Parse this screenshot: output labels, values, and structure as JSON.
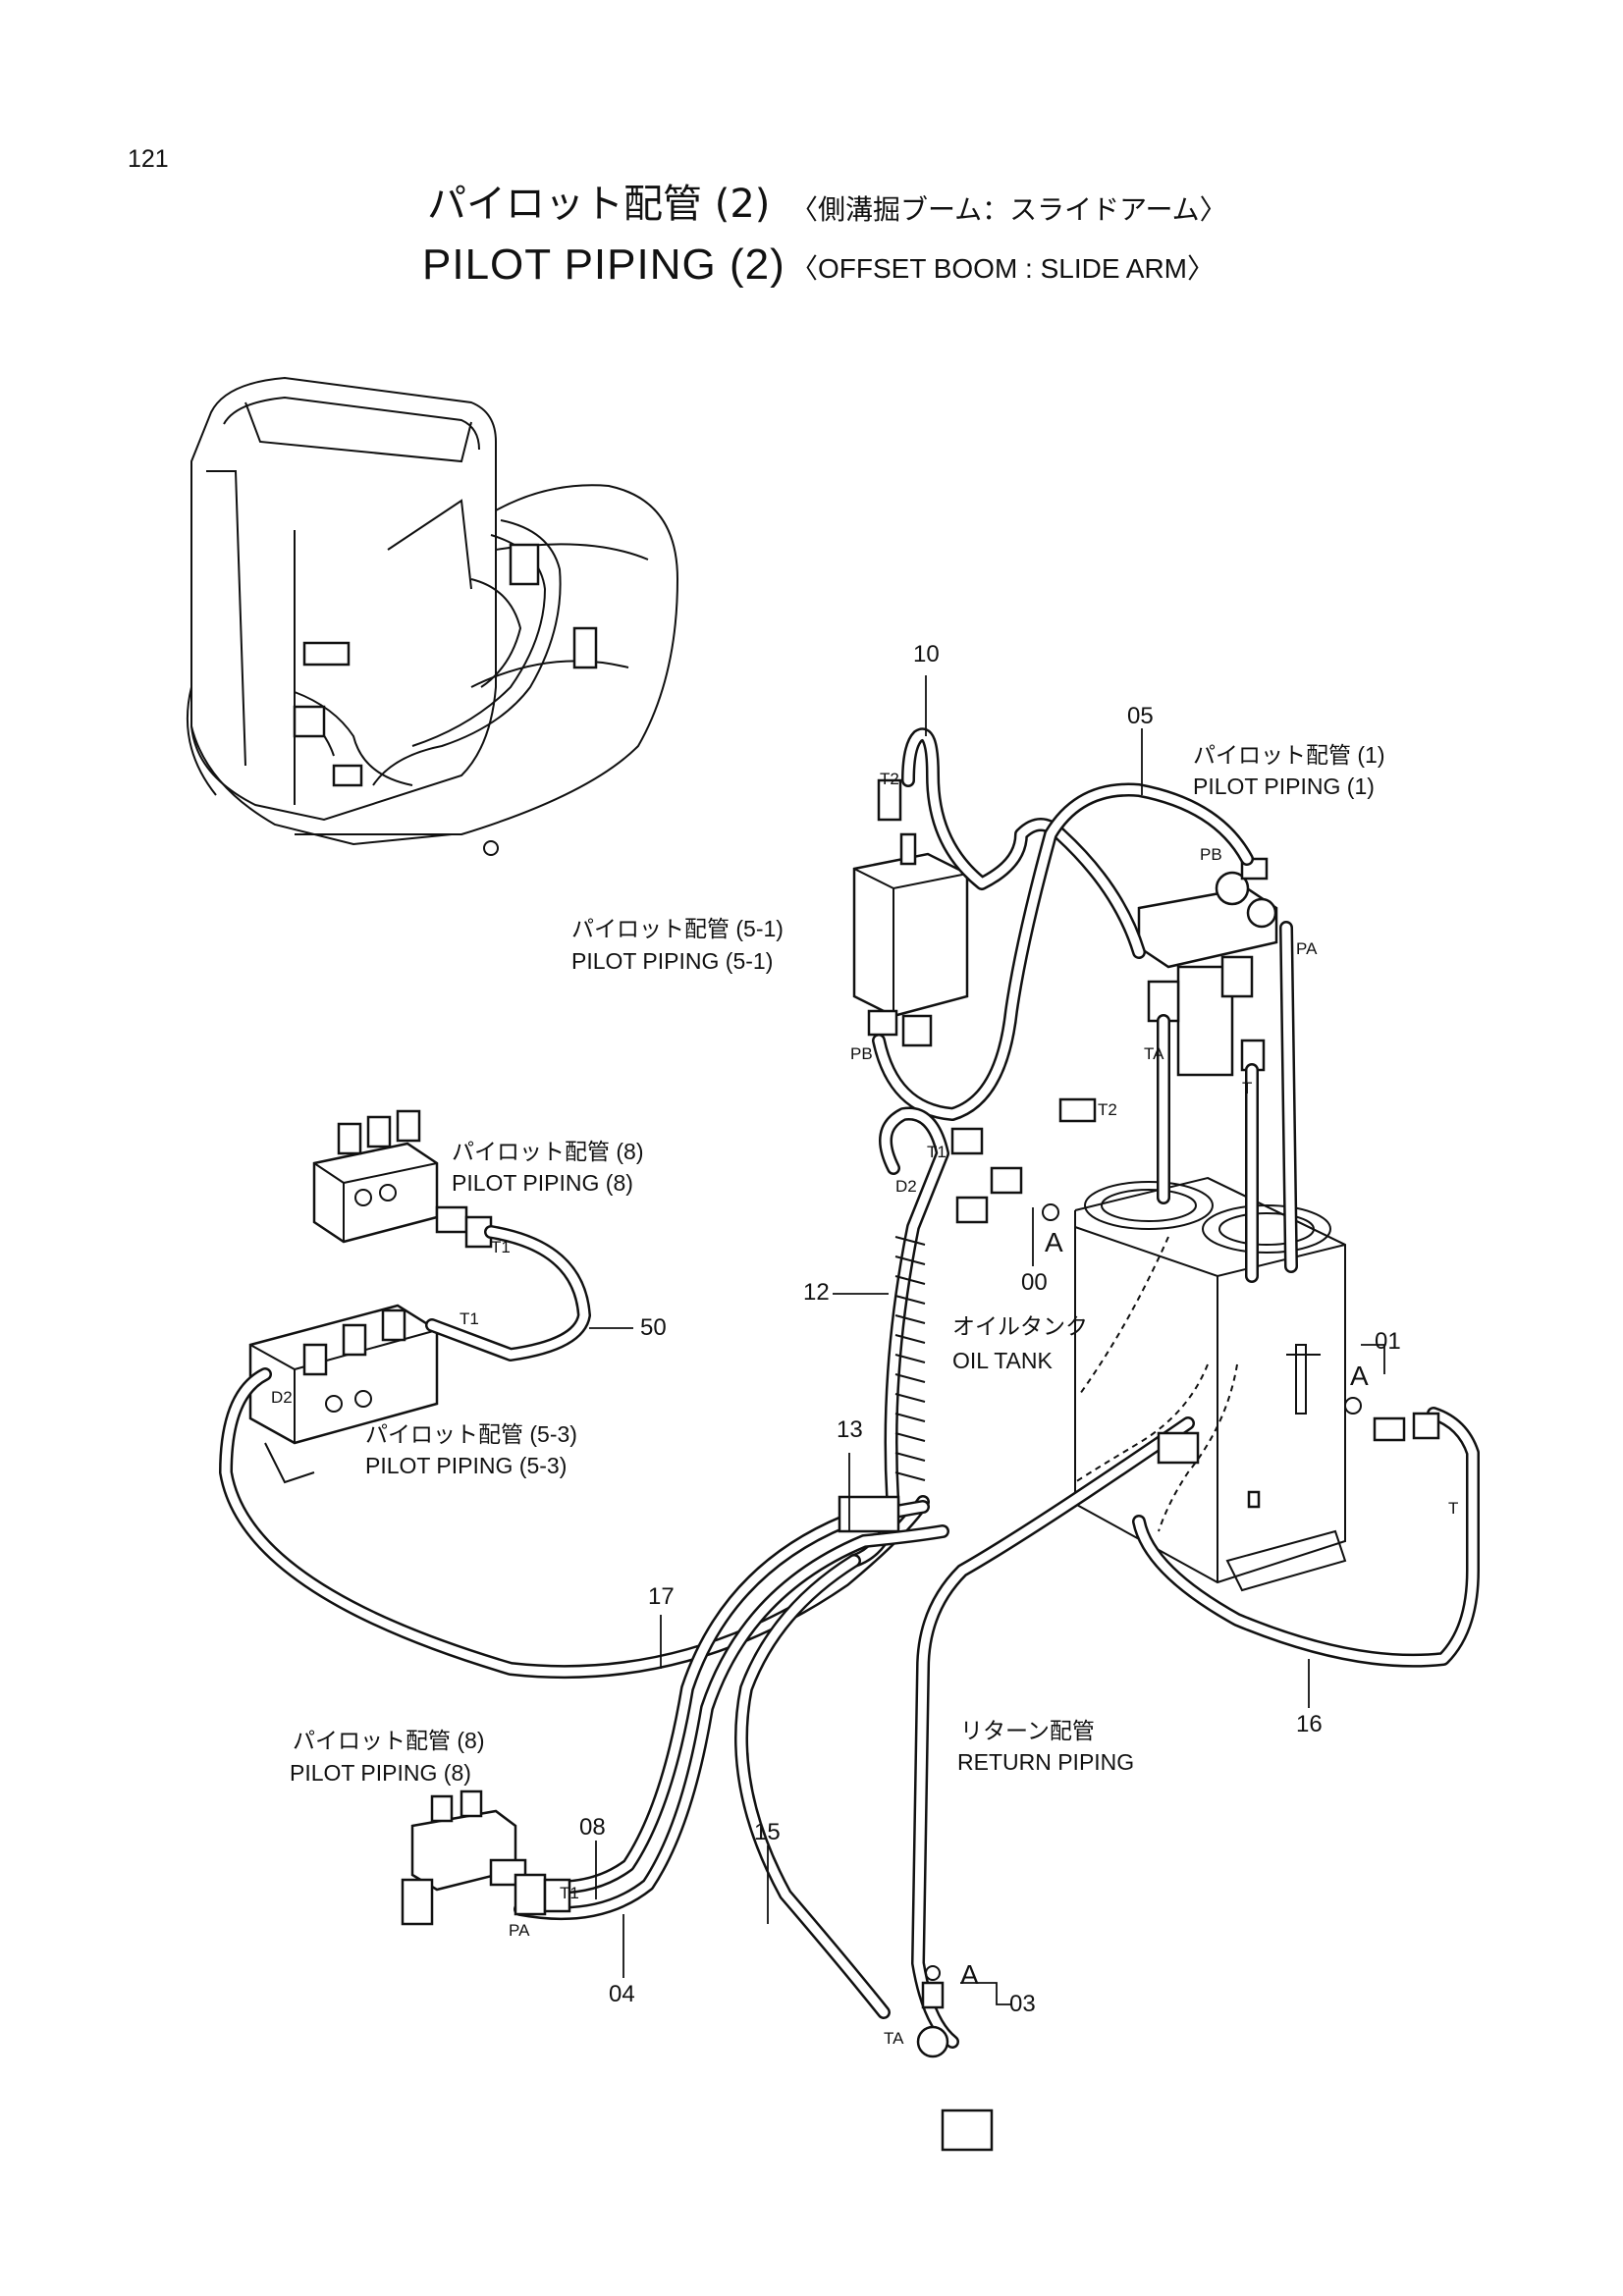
{
  "page_number": "121",
  "title": {
    "japanese_main": "パイロット配管 (2)",
    "japanese_sub": "〈側溝掘ブーム：スライドアーム〉",
    "english_main": "PILOT PIPING (2)",
    "english_sub": "〈OFFSET BOOM : SLIDE ARM〉"
  },
  "references": {
    "pilot_piping_1": {
      "jp": "パイロット配管 (1)",
      "en": "PILOT PIPING (1)"
    },
    "pilot_piping_5_1": {
      "jp": "パイロット配管 (5-1)",
      "en": "PILOT PIPING (5-1)"
    },
    "pilot_piping_8_upper": {
      "jp": "パイロット配管 (8)",
      "en": "PILOT PIPING (8)"
    },
    "pilot_piping_5_3": {
      "jp": "パイロット配管 (5-3)",
      "en": "PILOT PIPING (5-3)"
    },
    "pilot_piping_8_lower": {
      "jp": "パイロット配管 (8)",
      "en": "PILOT PIPING (8)"
    },
    "oil_tank": {
      "jp": "オイルタンク",
      "en": "OIL TANK"
    },
    "return_piping": {
      "jp": "リターン配管",
      "en": "RETURN PIPING"
    }
  },
  "part_numbers": {
    "p10": "10",
    "p05": "05",
    "p12": "12",
    "p00": "00",
    "p50": "50",
    "p01": "01",
    "p13": "13",
    "p17": "17",
    "p16": "16",
    "p08": "08",
    "p15": "15",
    "p04": "04",
    "p03": "03"
  },
  "ports": {
    "t2_top": "T2",
    "pb_right": "PB",
    "pa_right": "PA",
    "ta_right": "TA",
    "t_right": "T",
    "t2_mid": "T2",
    "pb_left": "PB",
    "t1_mid": "T1",
    "d2_mid": "D2",
    "t1_upper": "T1",
    "t1_left": "T1",
    "d2_left": "D2",
    "t_far": "T",
    "t1_lower": "T1",
    "pa_lower": "PA",
    "ta_lower": "TA"
  },
  "detail_marks": {
    "a1": "A",
    "a2": "A",
    "a3": "A"
  }
}
